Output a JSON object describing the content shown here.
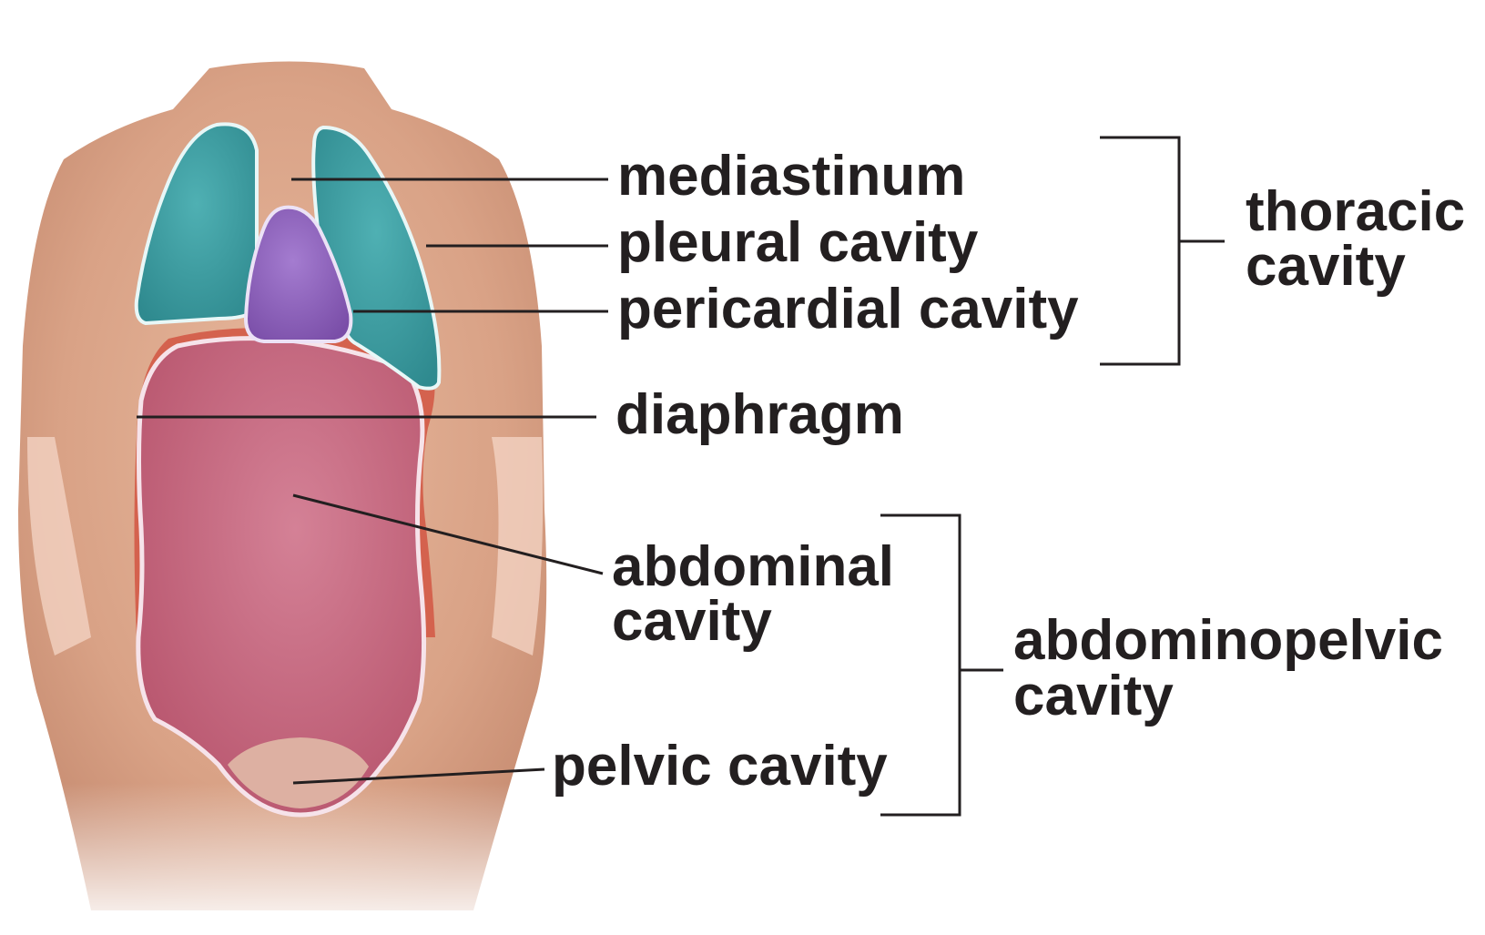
{
  "diagram": {
    "labels": {
      "mediastinum": "mediastinum",
      "pleural_cavity": "pleural cavity",
      "pericardial_cavity": "pericardial cavity",
      "diaphragm": "diaphragm",
      "abdominal_cavity_line1": "abdominal",
      "abdominal_cavity_line2": "cavity",
      "pelvic_cavity": "pelvic cavity"
    },
    "groups": {
      "thoracic_line1": "thoracic",
      "thoracic_line2": "cavity",
      "abdominopelvic_line1": "abdominopelvic",
      "abdominopelvic_line2": "cavity"
    },
    "colors": {
      "skin": "#e0ab8f",
      "skin_shadow": "#c98f74",
      "lung": "#3f9ea3",
      "lung_outline": "#e8f7f7",
      "pericardium": "#8e63b8",
      "diaphragm": "#d4624e",
      "abdominal": "#c6677f",
      "pelvic": "#ddb0a2",
      "line": "#231f20"
    }
  }
}
